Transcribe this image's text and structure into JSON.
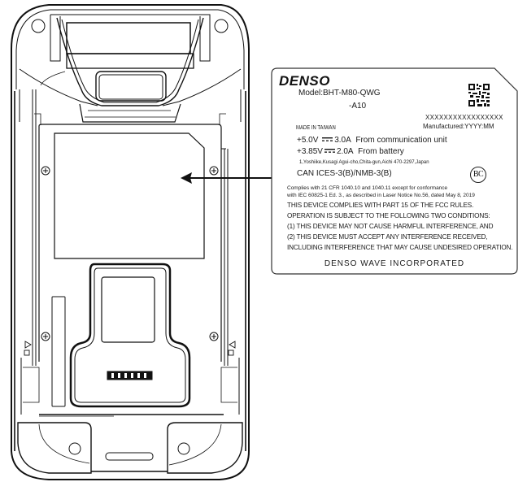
{
  "figure": {
    "type": "product-label-location-diagram",
    "subject": "handheld terminal rear view",
    "arrow_direction": "left",
    "line_color": "#111111",
    "background_color": "#ffffff"
  },
  "device": {
    "screws": 4,
    "contact_pins": 6,
    "side_marks": [
      "triangle-lock-left",
      "triangle-lock-right"
    ]
  },
  "label": {
    "brand": "DENSO",
    "model_line1": "Model:BHT-M80-QWG",
    "model_line2": "-A10",
    "qr_icon": "qr-code",
    "serial": "XXXXXXXXXXXXXXXXX",
    "manufactured": "Manufactured:YYYY:MM",
    "made_in": "MADE IN TAIWAN",
    "power": [
      {
        "voltage": "+5.0V",
        "symbol": "dc-current",
        "current": "3.0A",
        "source": "From communication unit"
      },
      {
        "voltage": "+3.85V",
        "symbol": "dc-current",
        "current": "2.0A",
        "source": "From battery"
      }
    ],
    "address": "1,Yoshiike,Kusagi Agui-cho,Chita-gun,Aichi 470-2297,Japan",
    "ices": "CAN ICES-3(B)/NMB-3(B)",
    "bc_mark": "BC",
    "laser_compliance": [
      "Complies with 21 CFR 1040.10 and 1040.11 except for conformance",
      "with IEC 60825-1 Ed. 3., as described in Laser Notice No.56, dated May 8, 2019"
    ],
    "fcc_statement": [
      "THIS DEVICE COMPLIES WITH PART 15 OF THE FCC RULES.",
      "OPERATION IS SUBJECT TO THE FOLLOWING TWO CONDITIONS:",
      "(1) THIS DEVICE MAY NOT CAUSE HARMFUL INTERFERENCE, AND",
      "(2) THIS DEVICE MUST ACCEPT ANY INTERFERENCE RECEIVED,",
      "INCLUDING INTERFERENCE THAT MAY CAUSE UNDESIRED OPERATION."
    ],
    "company": "DENSO WAVE INCORPORATED"
  }
}
